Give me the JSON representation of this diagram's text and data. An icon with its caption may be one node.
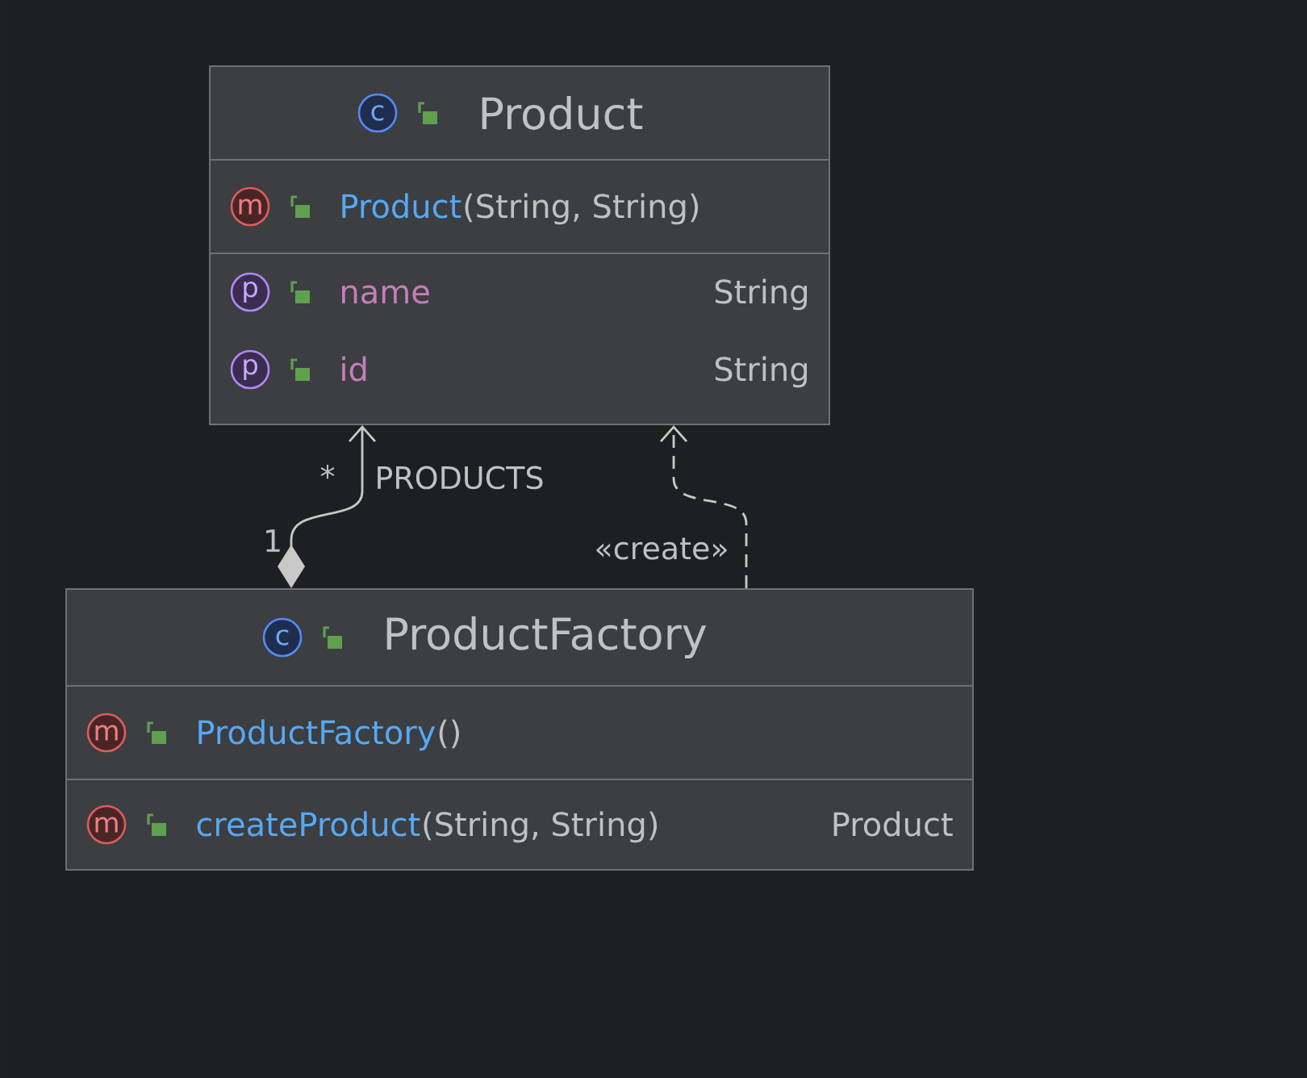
{
  "diagram": {
    "nodes": [
      {
        "text": [
          "c",
          "Product"
        ]
      },
      {
        "text": [
          "m",
          "Product",
          "(String, String)"
        ],
        "in": 0
      },
      {
        "text": [
          "p",
          "name",
          "String"
        ],
        "in": 0
      },
      {
        "text": [
          "p",
          "id",
          "String"
        ],
        "in": 0
      },
      {
        "text": [
          "c",
          "ProductFactory"
        ]
      },
      {
        "text": [
          "m",
          "ProductFactory",
          "()"
        ],
        "in": 4
      },
      {
        "text": [
          "m",
          "createProduct",
          "(String, String)",
          "Product"
        ],
        "in": 4
      }
    ],
    "edges": [
      {
        "from": 4,
        "to": 0,
        "arrow": "to",
        "label": "PRODUCTS"
      },
      {
        "from": 4,
        "to": 0,
        "arrow": "to",
        "label": "«create»",
        "style": "dashed"
      }
    ],
    "labels": [
      "*",
      "1"
    ]
  }
}
